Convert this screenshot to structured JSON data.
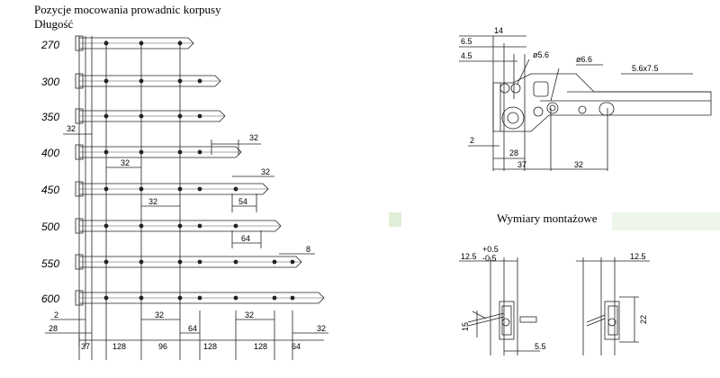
{
  "header": {
    "title": "Pozycje mocowania prowadnic korpusy",
    "subtitle": "Długość"
  },
  "lengths": [
    "270",
    "300",
    "350",
    "400",
    "450",
    "500",
    "550",
    "600"
  ],
  "left_dims": {
    "left_32": "32",
    "r400_32": "32",
    "r400_inner_32": "32",
    "r450_32": "32",
    "r450_inner_32": "32",
    "r450_54": "54",
    "r500_64": "64",
    "r550_8": "8",
    "r600_2": "2",
    "r600_28": "28",
    "r600_32a": "32",
    "r600_64a": "64",
    "r600_32b": "32",
    "r600_32c": "32",
    "bottom": [
      "37",
      "128",
      "96",
      "128",
      "128",
      "64"
    ]
  },
  "detail_dims": {
    "d14": "14",
    "d65": "6.5",
    "d45": "4.5",
    "dia56": "ø5.6",
    "dia66": "ø6.6",
    "slot": "5.6x7.5",
    "d2": "2",
    "d28": "28",
    "d37": "37",
    "d32": "32"
  },
  "mount": {
    "title": "Wymiary montażowe",
    "tol_plus": "+0.5",
    "tol_minus": "-0.5",
    "left_125": "12.5",
    "left_15": "15",
    "left_55": "5.5",
    "right_125": "12.5",
    "right_22": "22"
  }
}
